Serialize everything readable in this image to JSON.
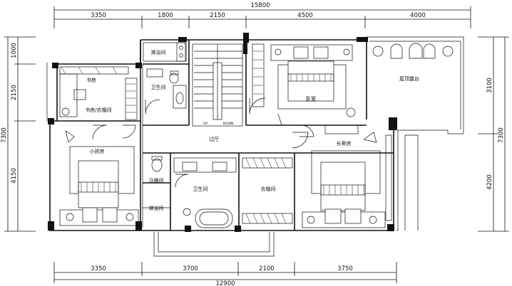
{
  "dimensions": {
    "top_total": "15800",
    "top_segments": [
      "3350",
      "1800",
      "2150",
      "4500",
      "4000"
    ],
    "bottom_segments": [
      "3350",
      "3700",
      "2100",
      "3750"
    ],
    "bottom_total": "12900",
    "left_segments": [
      "1000",
      "2150",
      "4150"
    ],
    "left_total": "7300",
    "right_segments": [
      "3100",
      "4200"
    ],
    "right_total": "7300"
  },
  "rooms": {
    "shower_top": "淋浴间",
    "study": "书房",
    "study_closet": "书房/衣帽间",
    "wc_top": "卫生间",
    "bedroom": "卧室",
    "roof_terrace": "屋顶露台",
    "hallway": "过厅",
    "kids_room": "小孩房",
    "elders_room": "长辈房",
    "toilet_room": "马桶间",
    "bath": "卫生间",
    "wardrobe": "衣帽间",
    "shower_bottom": "淋浴间",
    "stair_up": "UP",
    "stair_down": "DOWN"
  }
}
